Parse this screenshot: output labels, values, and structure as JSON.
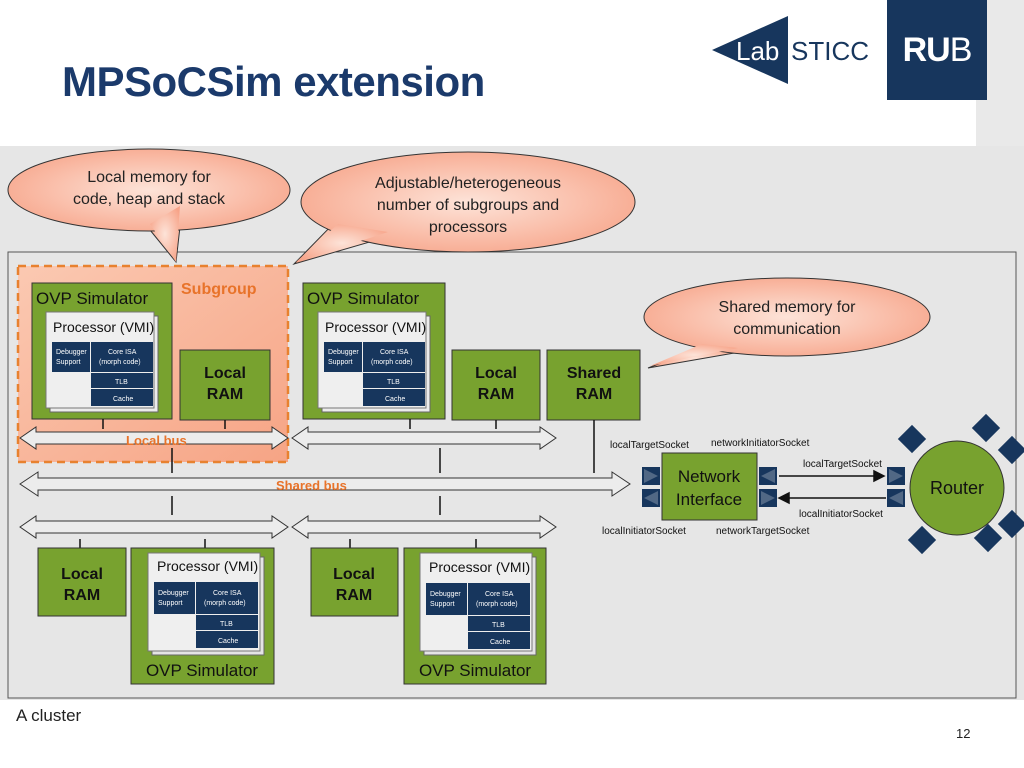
{
  "slide": {
    "title": "MPSoCSim extension",
    "caption": "A cluster",
    "page_number": "12"
  },
  "logos": {
    "labsticc_left": "Lab",
    "labsticc_right": "STICC",
    "rub_bold": "RU",
    "rub_thin": "B"
  },
  "callouts": {
    "local_memory": [
      "Local memory for",
      "code, heap and stack"
    ],
    "adjustable": [
      "Adjustable/heterogeneous",
      "number of subgroups and",
      "processors"
    ],
    "shared_memory": [
      "Shared memory for",
      "communication"
    ]
  },
  "diagram": {
    "subgroup_label": "Subgroup",
    "ovp_simulator": "OVP Simulator",
    "processor_vmi": "Processor (VMI)",
    "debugger_support": [
      "Debugger",
      "Support"
    ],
    "core_isa": [
      "Core ISA",
      "(morph code)"
    ],
    "tlb": "TLB",
    "cache": "Cache",
    "local_ram": [
      "Local",
      "RAM"
    ],
    "shared_ram": [
      "Shared",
      "RAM"
    ],
    "local_bus": "Local bus",
    "shared_bus": "Shared bus",
    "network_interface": [
      "Network",
      "Interface"
    ],
    "router": "Router",
    "sockets": {
      "local_target_top": "localTargetSocket",
      "network_initiator": "networkInitiatorSocket",
      "local_target_right": "localTargetSocket",
      "local_initiator_right": "localInitiatorSocket",
      "local_initiator_bottom": "localInitiatorSocket",
      "network_target": "networkTargetSocket"
    }
  },
  "colors": {
    "title": "#1b3a6b",
    "green": "#78a22f",
    "navy": "#17365d",
    "callout": "#f8b39d",
    "orange_dash": "#e8812f"
  }
}
